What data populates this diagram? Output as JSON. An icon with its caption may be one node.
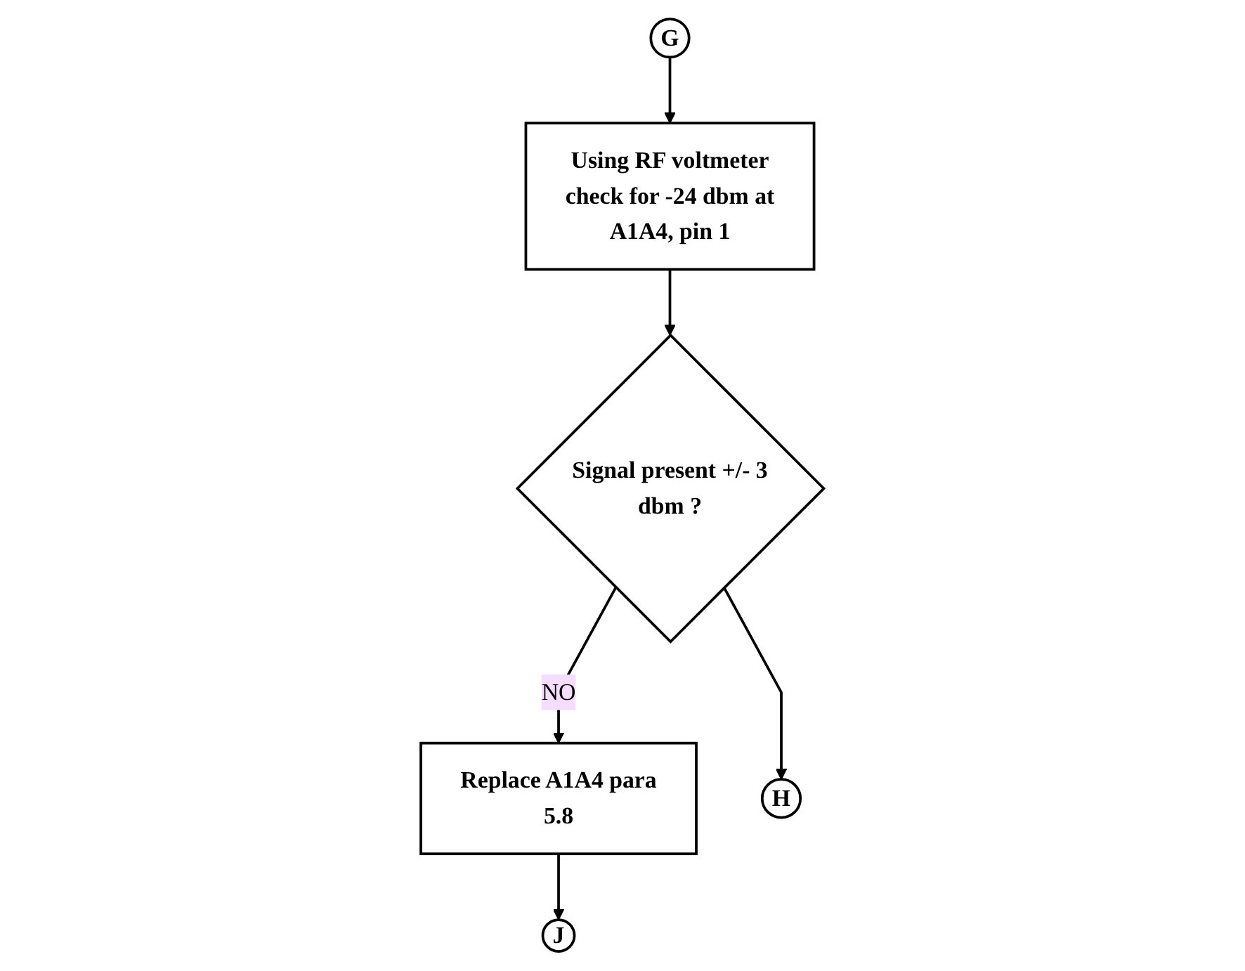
{
  "diagram": {
    "nodes": [
      {
        "text": [
          "G"
        ]
      },
      {
        "text": [
          "Using RF voltmeter check for -24 dbm at A1A4, pin 1"
        ]
      },
      {
        "text": [
          "Signal present +/- 3 dbm ?"
        ]
      },
      {
        "text": [
          "Replace A1A4 para 5.8"
        ]
      },
      {
        "text": [
          "H"
        ]
      },
      {
        "text": [
          "J"
        ]
      }
    ],
    "edges": [
      {
        "from": 0,
        "to": 1,
        "arrow": "to"
      },
      {
        "from": 1,
        "to": 2,
        "arrow": "to"
      },
      {
        "from": 2,
        "to": 3,
        "arrow": "to",
        "label": "NO"
      },
      {
        "from": 2,
        "to": 4,
        "arrow": "to"
      },
      {
        "from": 3,
        "to": 5,
        "arrow": "to"
      }
    ]
  }
}
